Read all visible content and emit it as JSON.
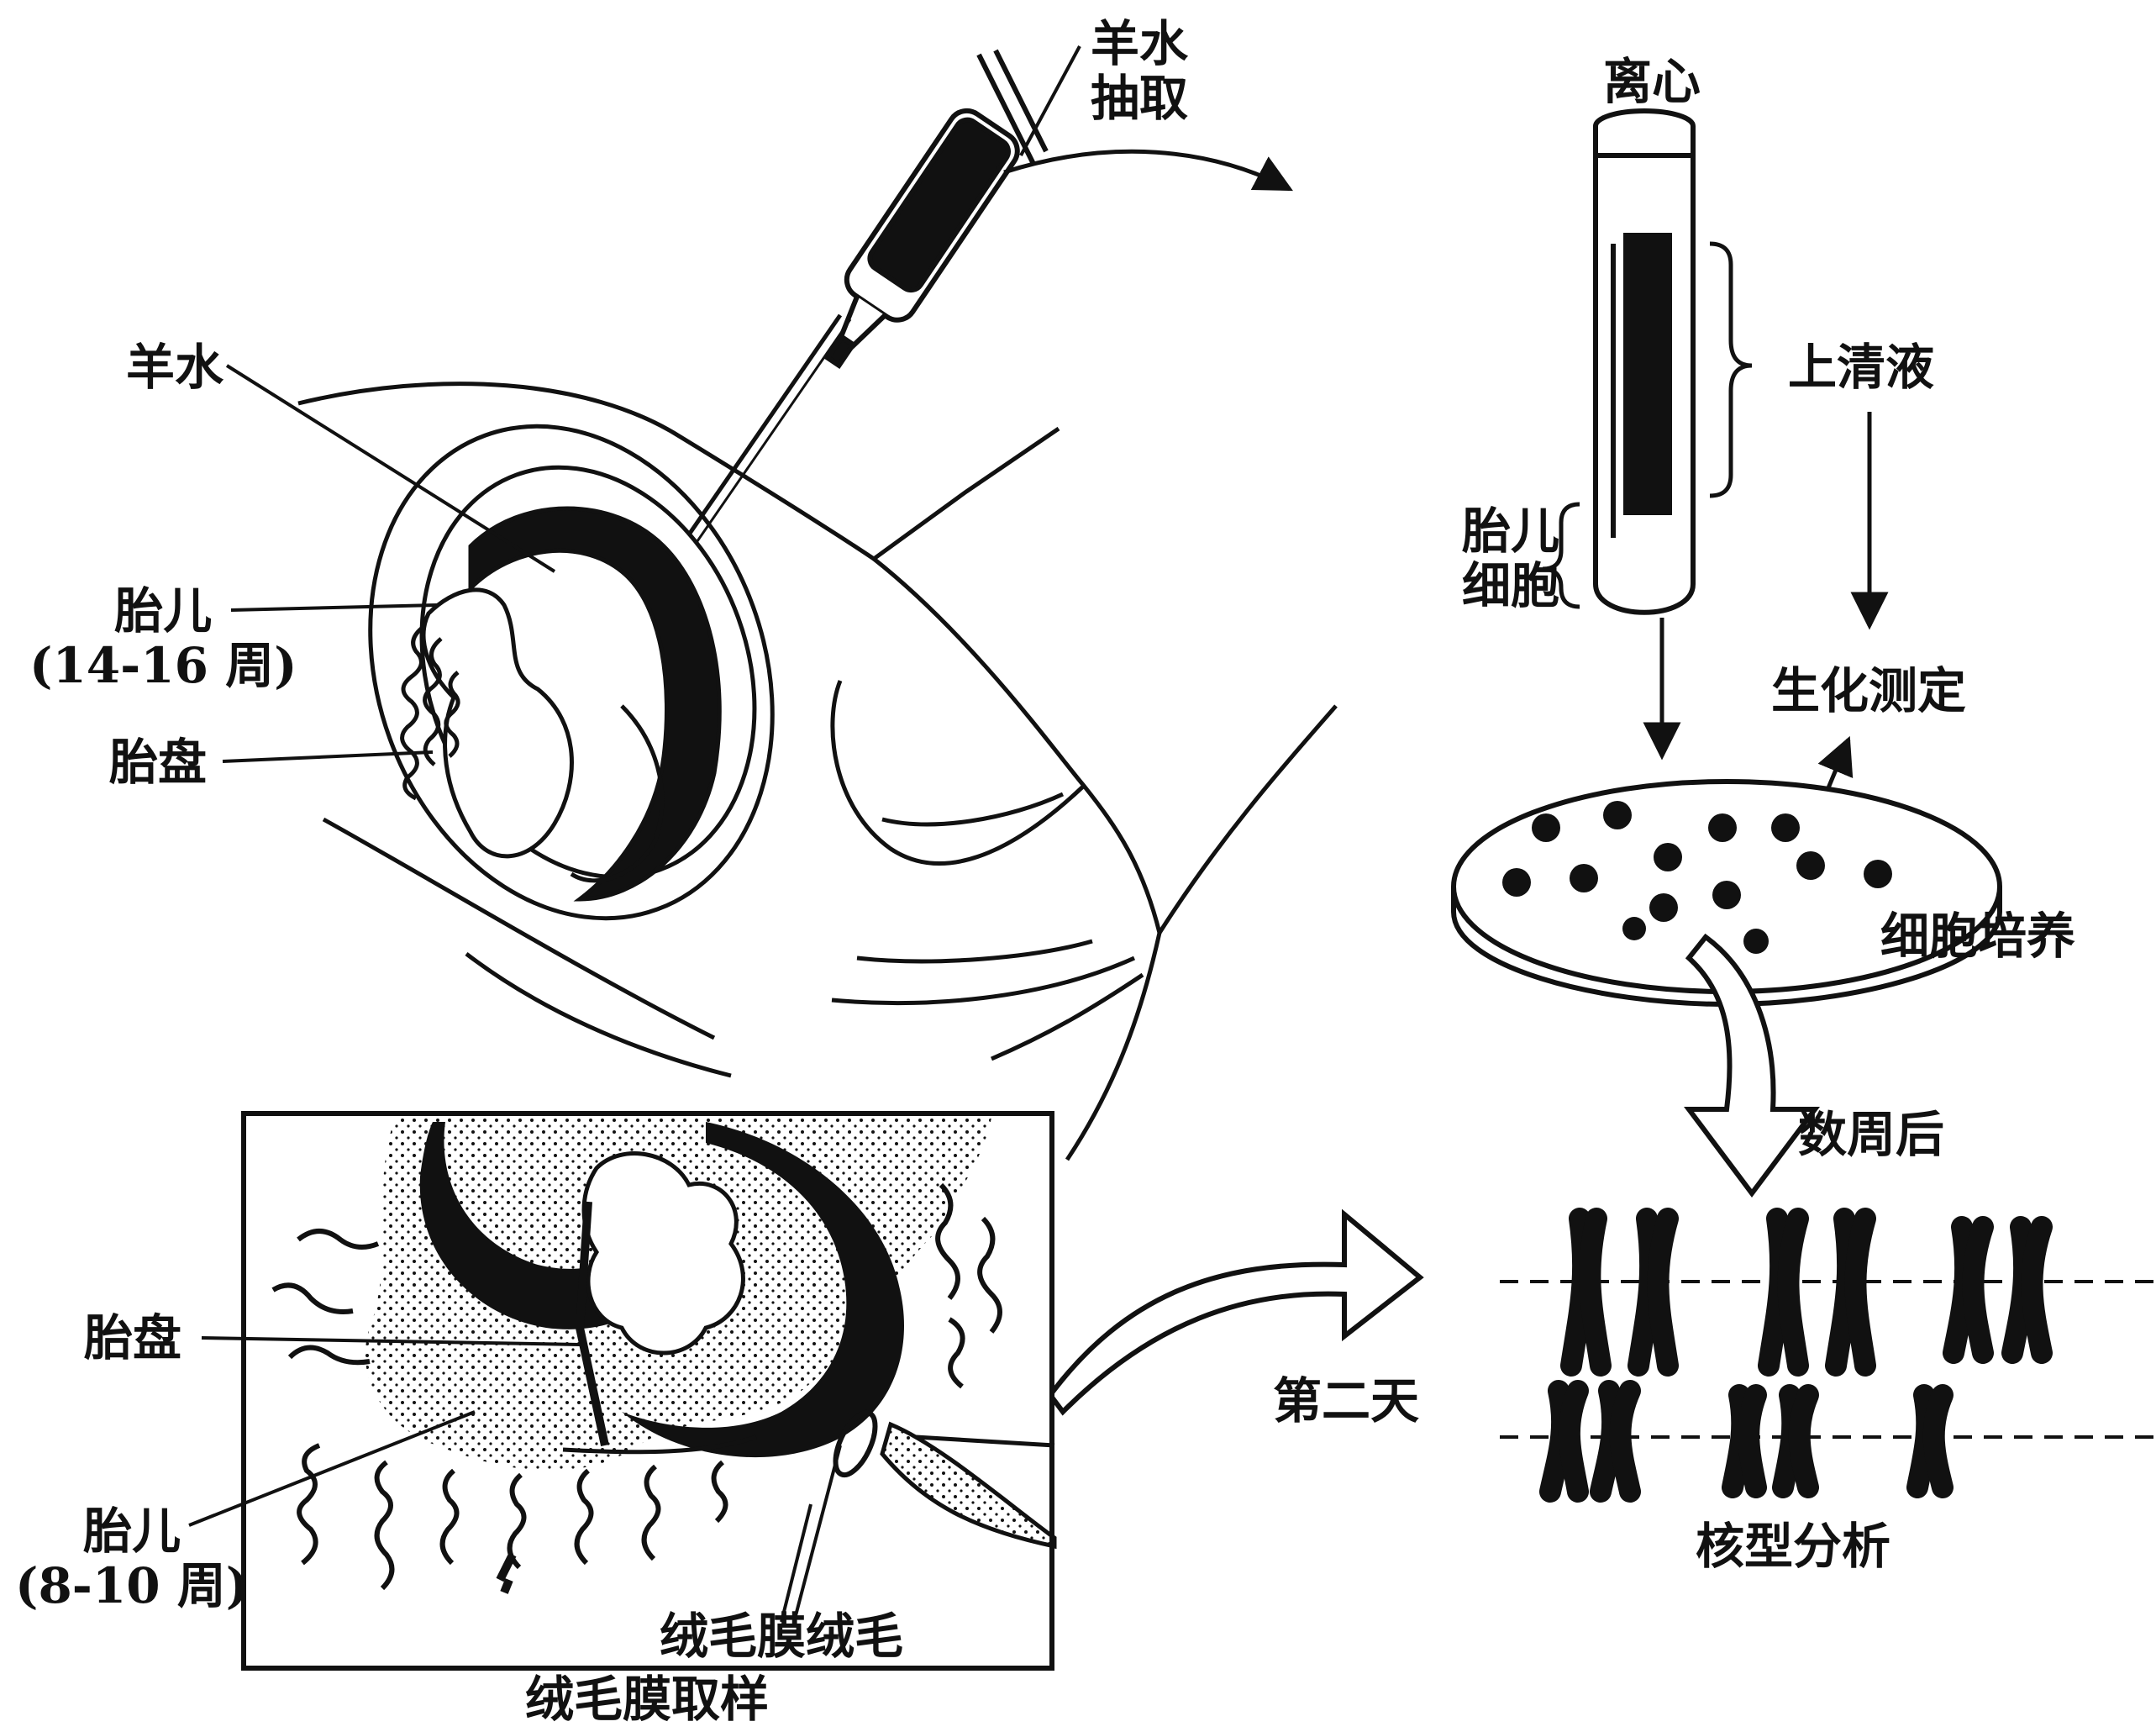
{
  "labels": {
    "amnio_extraction_line1": "羊水",
    "amnio_extraction_line2": "抽取",
    "centrifuge": "离心",
    "amniotic_fluid": "羊水",
    "fetus_late_line1": "胎儿",
    "fetus_late_line2": "(14-16 周)",
    "placenta_top": "胎盘",
    "supernatant": "上清液",
    "fetal_cells_line1": "胎儿",
    "fetal_cells_line2": "细胞",
    "biochemical_assay": "生化测定",
    "cell_culture": "细胞培养",
    "weeks_later": "数周后",
    "next_day": "第二天",
    "placenta_bottom": "胎盘",
    "fetus_early_line1": "胎儿",
    "fetus_early_line2": "(8-10 周)",
    "chorionic_villi": "绒毛膜绒毛",
    "cvs_caption": "绒毛膜取样",
    "karyotype": "核型分析"
  },
  "colors": {
    "ink": "#111111",
    "background": "#ffffff"
  }
}
